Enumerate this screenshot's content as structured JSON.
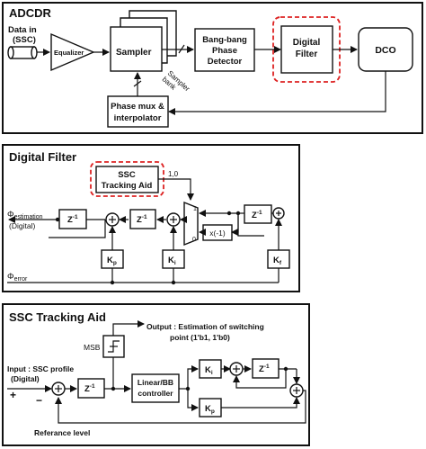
{
  "adcdr": {
    "title": "ADCDR",
    "input_line1": "Data in",
    "input_line2": "(SSC)",
    "equalizer": "Equalizer",
    "sampler": "Sampler",
    "sampler_bank_line1": "Sampler",
    "sampler_bank_line2": "bank",
    "bbpd_line1": "Bang-bang",
    "bbpd_line2": "Phase",
    "bbpd_line3": "Detector",
    "digital_filter_line1": "Digital",
    "digital_filter_line2": "Filter",
    "dco": "DCO",
    "phase_mux_line1": "Phase mux &",
    "phase_mux_line2": "interpolator"
  },
  "digital_filter": {
    "title": "Digital Filter",
    "ssc_line1": "SSC",
    "ssc_line2": "Tracking Aid",
    "phi_est_main": "Φ",
    "phi_est_sub": "estimation",
    "phi_est_note": "(Digital)",
    "phi_err_main": "Φ",
    "phi_err_sub": "error",
    "z_main": "Z",
    "z_exp": "-1",
    "mux_label": "1,0",
    "mux_one": "1",
    "mux_zero": "0",
    "mult_label": "x(-1)",
    "kp_main": "K",
    "kp_sub": "p",
    "ki_main": "K",
    "ki_sub": "i",
    "kf_main": "K",
    "kf_sub": "f"
  },
  "ssc_tracking": {
    "title": "SSC Tracking Aid",
    "output_line1": "Output : Estimation of switching",
    "output_line2": "point (1'b1, 1'b0)",
    "msb": "MSB",
    "input_line1": "Input : SSC profile",
    "input_line2": "(Digital)",
    "plus": "+",
    "minus": "−",
    "z_main": "Z",
    "z_exp": "-1",
    "controller_line1": "Linear/BB",
    "controller_line2": "controller",
    "ki_main": "K",
    "ki_sub": "i",
    "kp_main": "K",
    "kp_sub": "p",
    "reference": "Referance level"
  }
}
